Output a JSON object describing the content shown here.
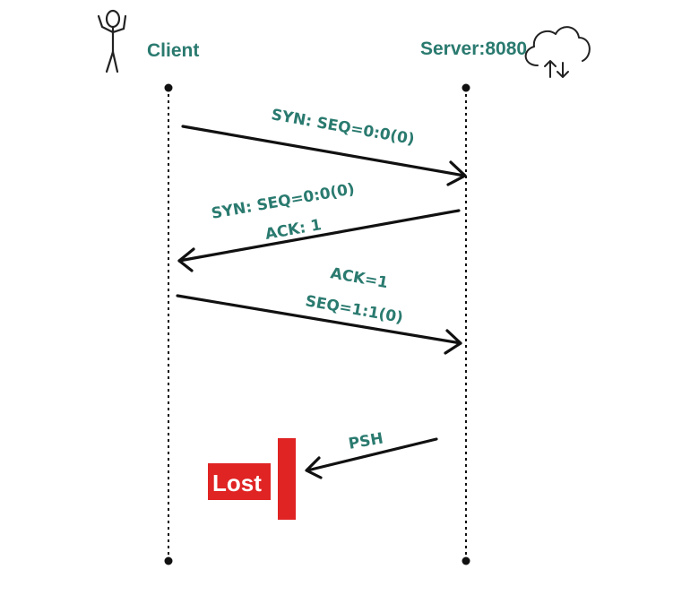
{
  "actors": {
    "client": {
      "label": "Client",
      "icon": "stick-figure-icon"
    },
    "server": {
      "label": "Server:8080",
      "icon": "cloud-upload-download-icon"
    }
  },
  "messages": [
    {
      "from": "client",
      "to": "server",
      "lines": [
        "SYN:  SEQ=0:0(0)"
      ]
    },
    {
      "from": "server",
      "to": "client",
      "lines": [
        "SYN:  SEQ=0:0(0)",
        "ACK:  1"
      ]
    },
    {
      "from": "client",
      "to": "server",
      "lines": [
        "ACK=1",
        "SEQ=1:1(0)"
      ]
    },
    {
      "from": "server",
      "to": "client",
      "lines": [
        "PSH"
      ],
      "status": "lost"
    }
  ],
  "lost_marker": {
    "label": "Lost"
  },
  "colors": {
    "label": "#2a7a6f",
    "lost": "#e02424",
    "line": "#111111"
  }
}
